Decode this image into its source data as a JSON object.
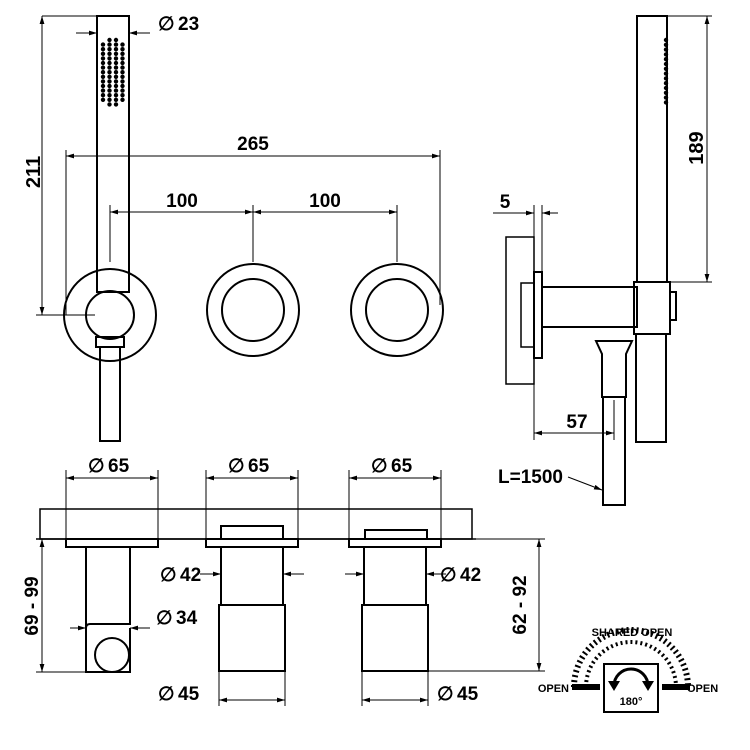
{
  "colors": {
    "line": "#000000",
    "hatch": "#000000",
    "background": "#ffffff"
  },
  "front_view": {
    "handshower_diameter": "23",
    "height": "211",
    "overall_width": "265",
    "spacing_left": "100",
    "spacing_right": "100"
  },
  "side_view": {
    "wall_offset": "5",
    "shower_length": "189",
    "projection": "57",
    "hose": "L=1500"
  },
  "section_view": {
    "plate_dia_1": "65",
    "plate_dia_2": "65",
    "plate_dia_3": "65",
    "body_dia_34": "34",
    "body_dia_42_mid": "42",
    "body_dia_42_right": "42",
    "bottom_dia_mid": "45",
    "bottom_dia_right": "45",
    "depth_left": "69 - 99",
    "depth_right": "62 - 92",
    "diameter_symbol": "∅"
  },
  "valve_rotation": {
    "shared_open": "SHARED OPEN",
    "open_left": "OPEN",
    "open_right": "OPEN",
    "angle": "180°"
  }
}
